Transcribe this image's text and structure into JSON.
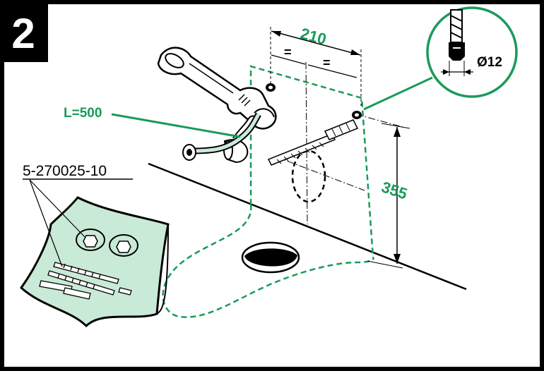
{
  "step_number": "2",
  "hose_label": "L=500",
  "part_number": "5-270025-10",
  "dimension_width": "210",
  "dimension_height": "355",
  "drill_diameter": "Ø12",
  "equal_mark": "=",
  "colors": {
    "accent_green": "#1a9a5a",
    "pack_green": "#c9ead6",
    "ink": "#000000",
    "frame": "#000000"
  }
}
